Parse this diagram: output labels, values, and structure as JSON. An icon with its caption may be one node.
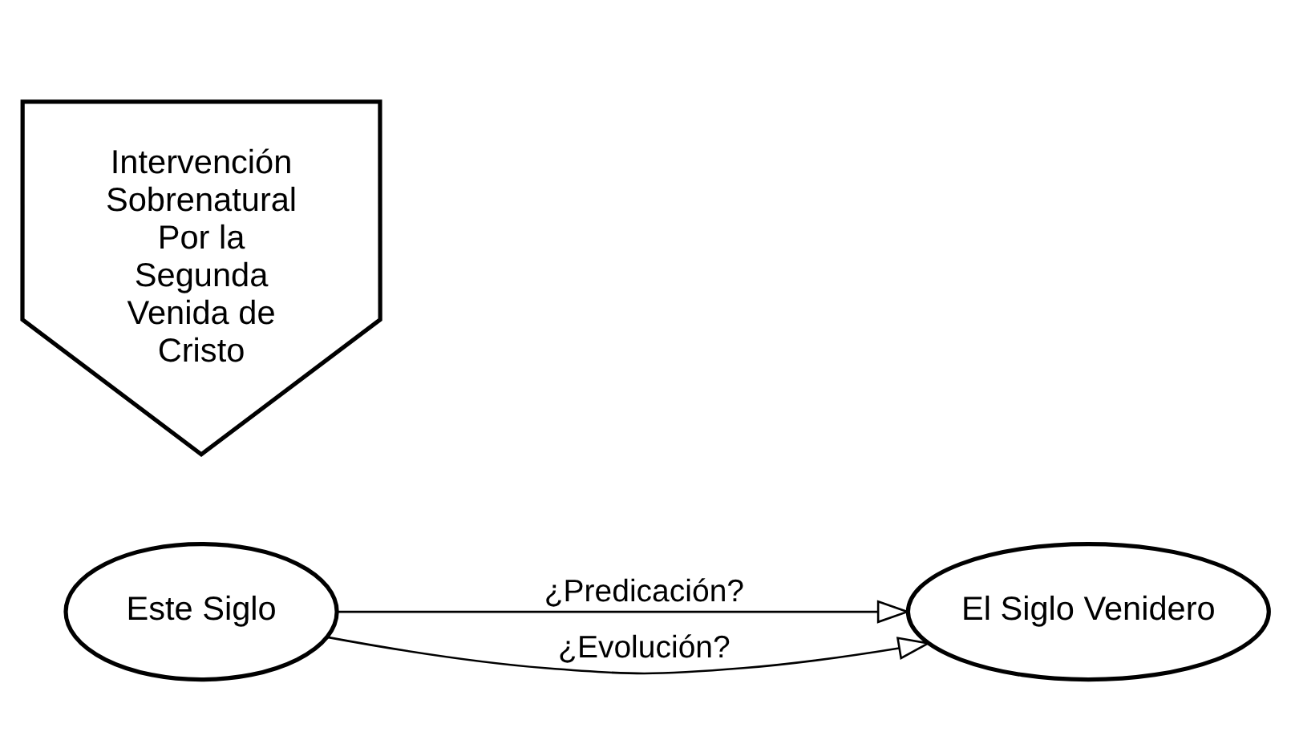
{
  "diagram": {
    "nodes": [
      {
        "text": [
          "Este Siglo"
        ]
      },
      {
        "text": [
          "El Siglo Venidero"
        ]
      },
      {
        "text": [
          "Intervención Sobrenatural Por la Segunda Venida de Cristo"
        ]
      }
    ],
    "edges": [
      {
        "from": 0,
        "to": 1,
        "arrow": "to",
        "label": "¿Predicación?"
      },
      {
        "from": 0,
        "to": 1,
        "arrow": "to",
        "label": "¿Evolución?"
      }
    ]
  }
}
